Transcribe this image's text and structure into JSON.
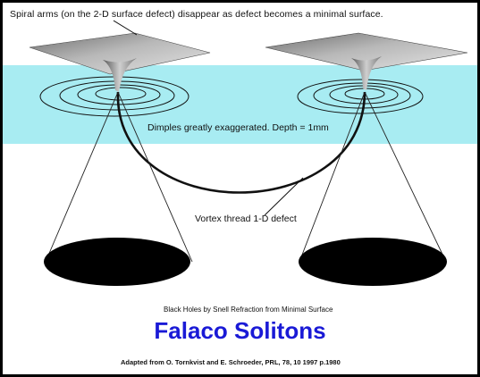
{
  "captions": {
    "top": "Spiral arms (on the 2-D surface defect) disappear as defect becomes a minimal surface.",
    "dimples": "Dimples greatly exaggerated.  Depth = 1mm",
    "vortex": "Vortex thread 1-D defect",
    "black_holes": "Black Holes by Snell Refraction from Minimal Surface",
    "title": "Falaco Solitons",
    "credit": "Adapted from O. Tornkvist and E. Schroeder, PRL, 78, 10 1997 p.1980"
  },
  "colors": {
    "water": "#a8ecf2",
    "title": "#1a1ad6",
    "frame": "#000000"
  }
}
